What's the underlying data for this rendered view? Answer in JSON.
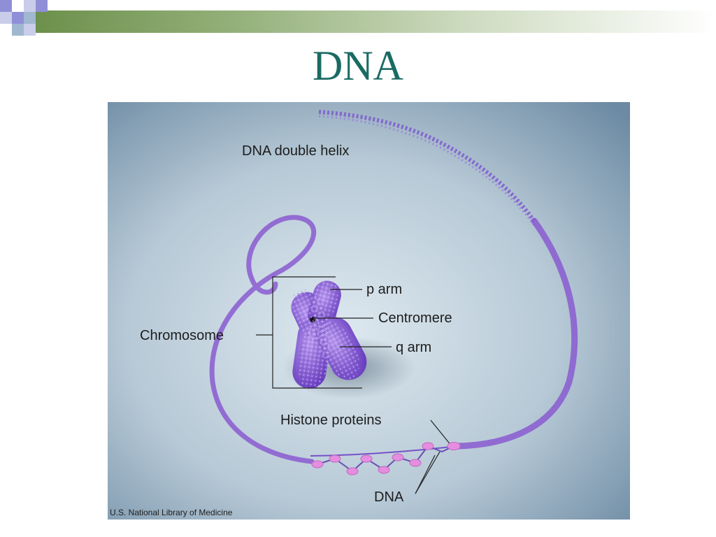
{
  "slide": {
    "title": "DNA"
  },
  "figure": {
    "labels": {
      "dna_double_helix": "DNA double helix",
      "p_arm": "p arm",
      "centromere": "Centromere",
      "chromosome": "Chromosome",
      "q_arm": "q arm",
      "histone_proteins": "Histone proteins",
      "dna": "DNA"
    },
    "credit": "U.S. National Library of Medicine"
  },
  "colors": {
    "title": "#1a6b63",
    "chromatin": "#8a5ad0",
    "histone": "#e58ee0",
    "bar_green": "#6b8f4a",
    "bar_purple": "#8f8fd8",
    "bar_blue": "#9fb7cf"
  }
}
